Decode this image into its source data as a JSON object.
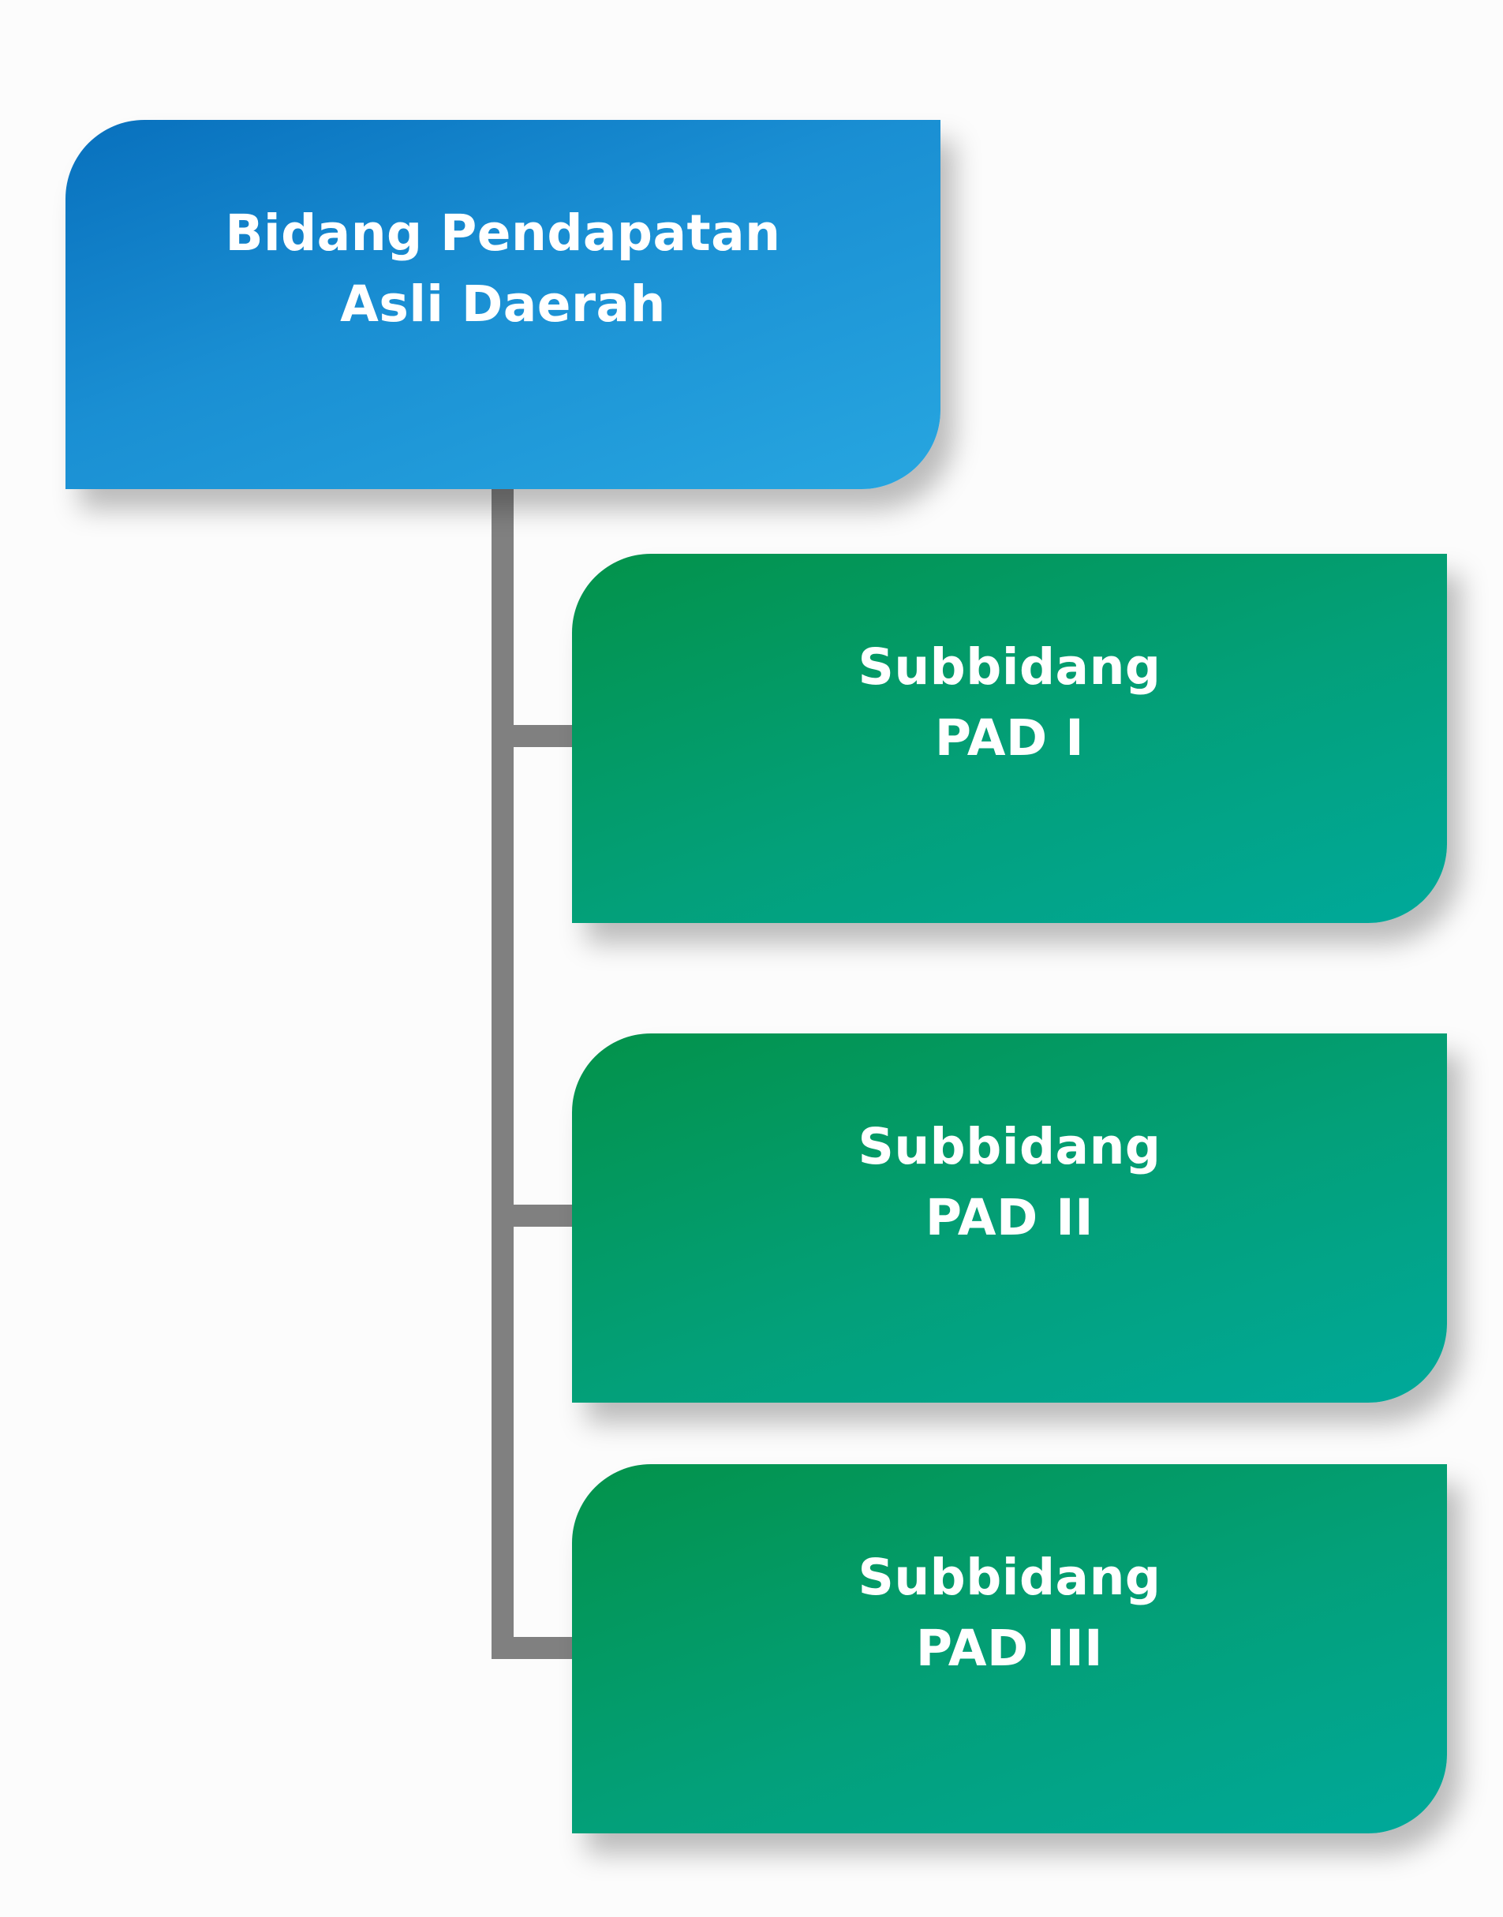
{
  "diagram": {
    "root": {
      "label": "Bidang Pendapatan\nAsli Daerah",
      "color": "#1a8fd3"
    },
    "children": [
      {
        "label": "Subbidang\nPAD I",
        "color": "#03a07a"
      },
      {
        "label": "Subbidang\nPAD II",
        "color": "#03a07a"
      },
      {
        "label": "Subbidang\nPAD III",
        "color": "#03a07a"
      }
    ],
    "connector_color": "#808080"
  }
}
